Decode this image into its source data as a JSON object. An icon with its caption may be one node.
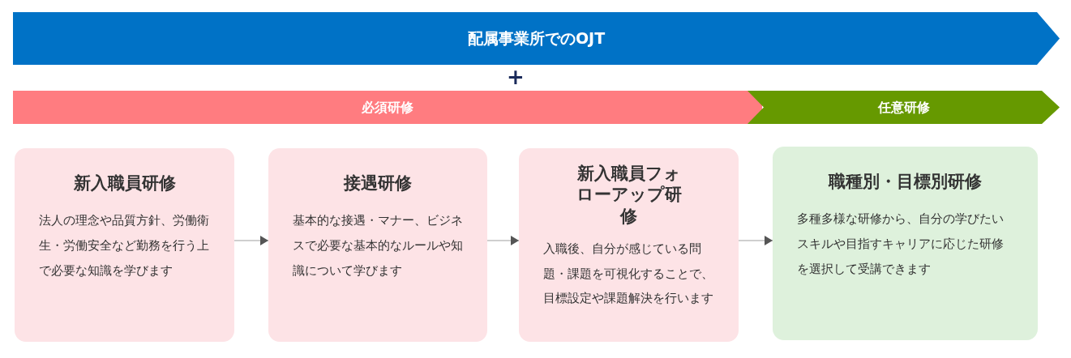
{
  "diagram": {
    "nodes": [
      {
        "text": [
          "配属事業所でのOJT"
        ]
      },
      {
        "text": [
          "必須研修"
        ]
      },
      {
        "text": [
          "任意研修"
        ]
      },
      {
        "text": [
          "新入職員研修",
          "法人の理念や品質方針、労働衛生・労働安全など勤務を行う上で必要な知識を学びます"
        ]
      },
      {
        "text": [
          "接遇研修",
          "基本的な接遇・マナー、ビジネスで必要な基本的なルールや知識について学びます"
        ]
      },
      {
        "text": [
          "新入職員フォローアップ研修",
          "入職後、自分が感じている問題・課題を可視化することで、目標設定や課題解決を行います"
        ]
      },
      {
        "text": [
          "職種別・目標別研修",
          "多種多様な研修から、自分の学びたいスキルや目指すキャリアに応じた研修を選択して受講できます"
        ]
      }
    ],
    "edges": [
      {
        "from": 3,
        "to": 4,
        "arrow": "to"
      },
      {
        "from": 4,
        "to": 5,
        "arrow": "to"
      },
      {
        "from": 5,
        "to": 6,
        "arrow": "to"
      }
    ],
    "labels": [
      "+"
    ]
  }
}
